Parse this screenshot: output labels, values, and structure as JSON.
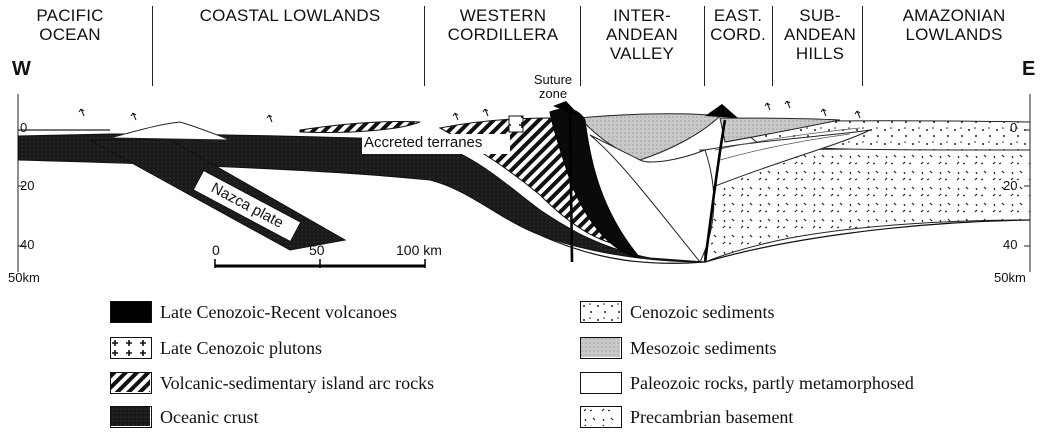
{
  "regions": [
    {
      "id": "pacific",
      "label_line1": "PACIFIC",
      "label_line2": "OCEAN"
    },
    {
      "id": "coastal",
      "label_line1": "COASTAL LOWLANDS",
      "label_line2": ""
    },
    {
      "id": "western",
      "label_line1": "WESTERN",
      "label_line2": "CORDILLERA"
    },
    {
      "id": "inter",
      "label_line1": "INTER-",
      "label_line2": "ANDEAN",
      "label_line3": "VALLEY"
    },
    {
      "id": "east",
      "label_line1": "EAST.",
      "label_line2": "CORD."
    },
    {
      "id": "sub",
      "label_line1": "SUB-",
      "label_line2": "ANDEAN",
      "label_line3": "HILLS"
    },
    {
      "id": "amazon",
      "label_line1": "AMAZONIAN",
      "label_line2": "LOWLANDS"
    }
  ],
  "directions": {
    "west": "W",
    "east": "E"
  },
  "annotations": {
    "suture_line1": "Suture",
    "suture_line2": "zone",
    "accreted": "Accreted terranes",
    "nazca": "Nazca plate"
  },
  "depth_axis": {
    "left_ticks": [
      "0",
      "20",
      "40"
    ],
    "left_bottom": "50km",
    "right_ticks": [
      "0",
      "20",
      "40"
    ],
    "right_bottom": "50km"
  },
  "scale_bar": {
    "ticks": [
      "0",
      "50",
      "100 km"
    ]
  },
  "legend": [
    {
      "id": "volcanoes",
      "label": "Late Cenozoic-Recent volcanoes",
      "pattern": "solid-black"
    },
    {
      "id": "plutons",
      "label": "Late Cenozoic plutons",
      "pattern": "crosses"
    },
    {
      "id": "island-arc",
      "label": "Volcanic-sedimentary island arc rocks",
      "pattern": "hatch"
    },
    {
      "id": "oceanic",
      "label": "Oceanic crust",
      "pattern": "dark-stipple"
    },
    {
      "id": "cenozoic",
      "label": "Cenozoic sediments",
      "pattern": "dots"
    },
    {
      "id": "mesozoic",
      "label": "Mesozoic sediments",
      "pattern": "grey-stipple"
    },
    {
      "id": "paleozoic",
      "label": "Paleozoic rocks, partly metamorphosed",
      "pattern": "blank"
    },
    {
      "id": "precambrian",
      "label": "Precambrian basement",
      "pattern": "ticks"
    }
  ]
}
